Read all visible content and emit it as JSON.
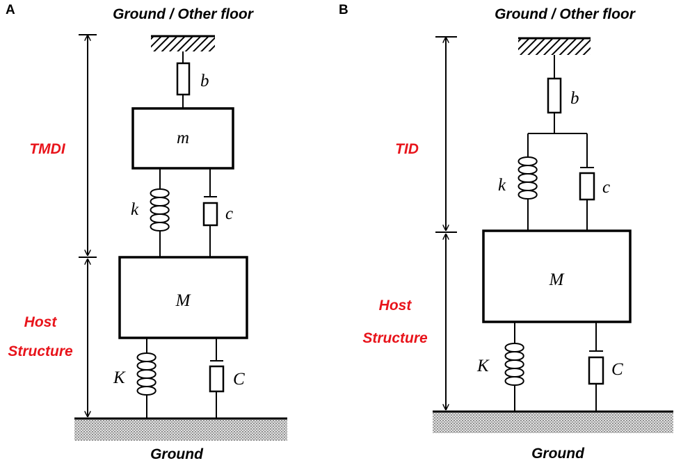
{
  "panel_a": {
    "letter": "A",
    "top_label": "Ground / Other floor",
    "bottom_label": "Ground",
    "upper_region_label": "TMDI",
    "lower_region_label_line1": "Host",
    "lower_region_label_line2": "Structure",
    "inerter_symbol": "b",
    "small_mass_symbol": "m",
    "upper_spring_symbol": "k",
    "upper_damper_symbol": "c",
    "main_mass_symbol": "M",
    "lower_spring_symbol": "K",
    "lower_damper_symbol": "C"
  },
  "panel_b": {
    "letter": "B",
    "top_label": "Ground / Other floor",
    "bottom_label": "Ground",
    "upper_region_label": "TID",
    "lower_region_label_line1": "Host",
    "lower_region_label_line2": "Structure",
    "inerter_symbol": "b",
    "upper_spring_symbol": "k",
    "upper_damper_symbol": "c",
    "main_mass_symbol": "M",
    "lower_spring_symbol": "K",
    "lower_damper_symbol": "C"
  },
  "colors": {
    "line": "#000000",
    "region_label": "#e8141b",
    "ground_fill": "#d4d4d4"
  }
}
